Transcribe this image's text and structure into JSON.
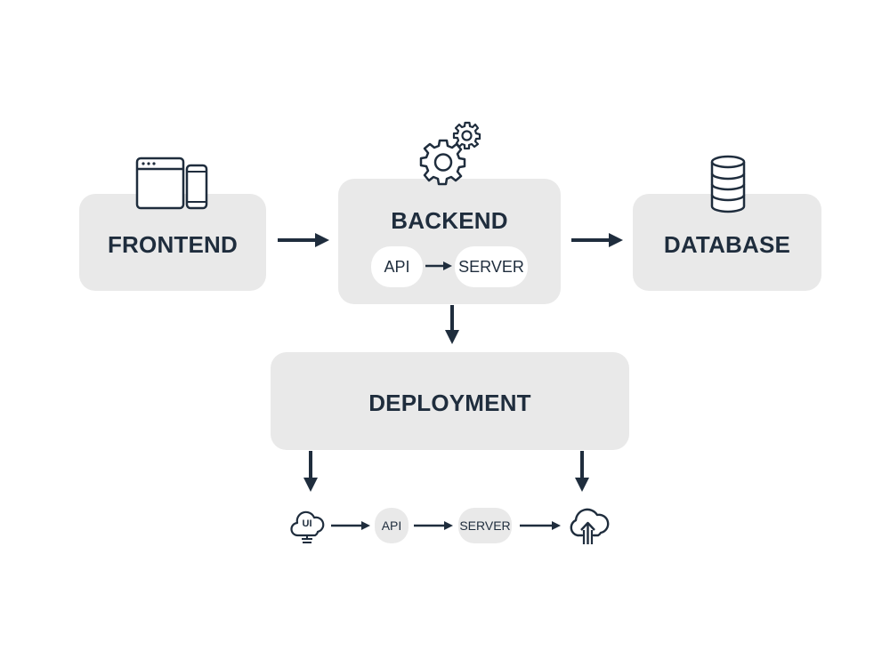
{
  "frontend": {
    "label": "FRONTEND",
    "icon": "browser-and-phone-icon"
  },
  "backend": {
    "label": "BACKEND",
    "icon": "gears-icon",
    "pills": [
      "API",
      "SERVER"
    ]
  },
  "database": {
    "label": "DATABASE",
    "icon": "database-icon"
  },
  "deployment": {
    "label": "DEPLOYMENT"
  },
  "pipeline": {
    "ui_icon_label": "UI",
    "steps": [
      "API",
      "SERVER"
    ],
    "end_icon": "cloud-upload-icon"
  },
  "colors": {
    "box_fill": "#e9e9e9",
    "text": "#1f2d3d",
    "arrow": "#1f2d3d",
    "pill_fill": "#ffffff"
  }
}
